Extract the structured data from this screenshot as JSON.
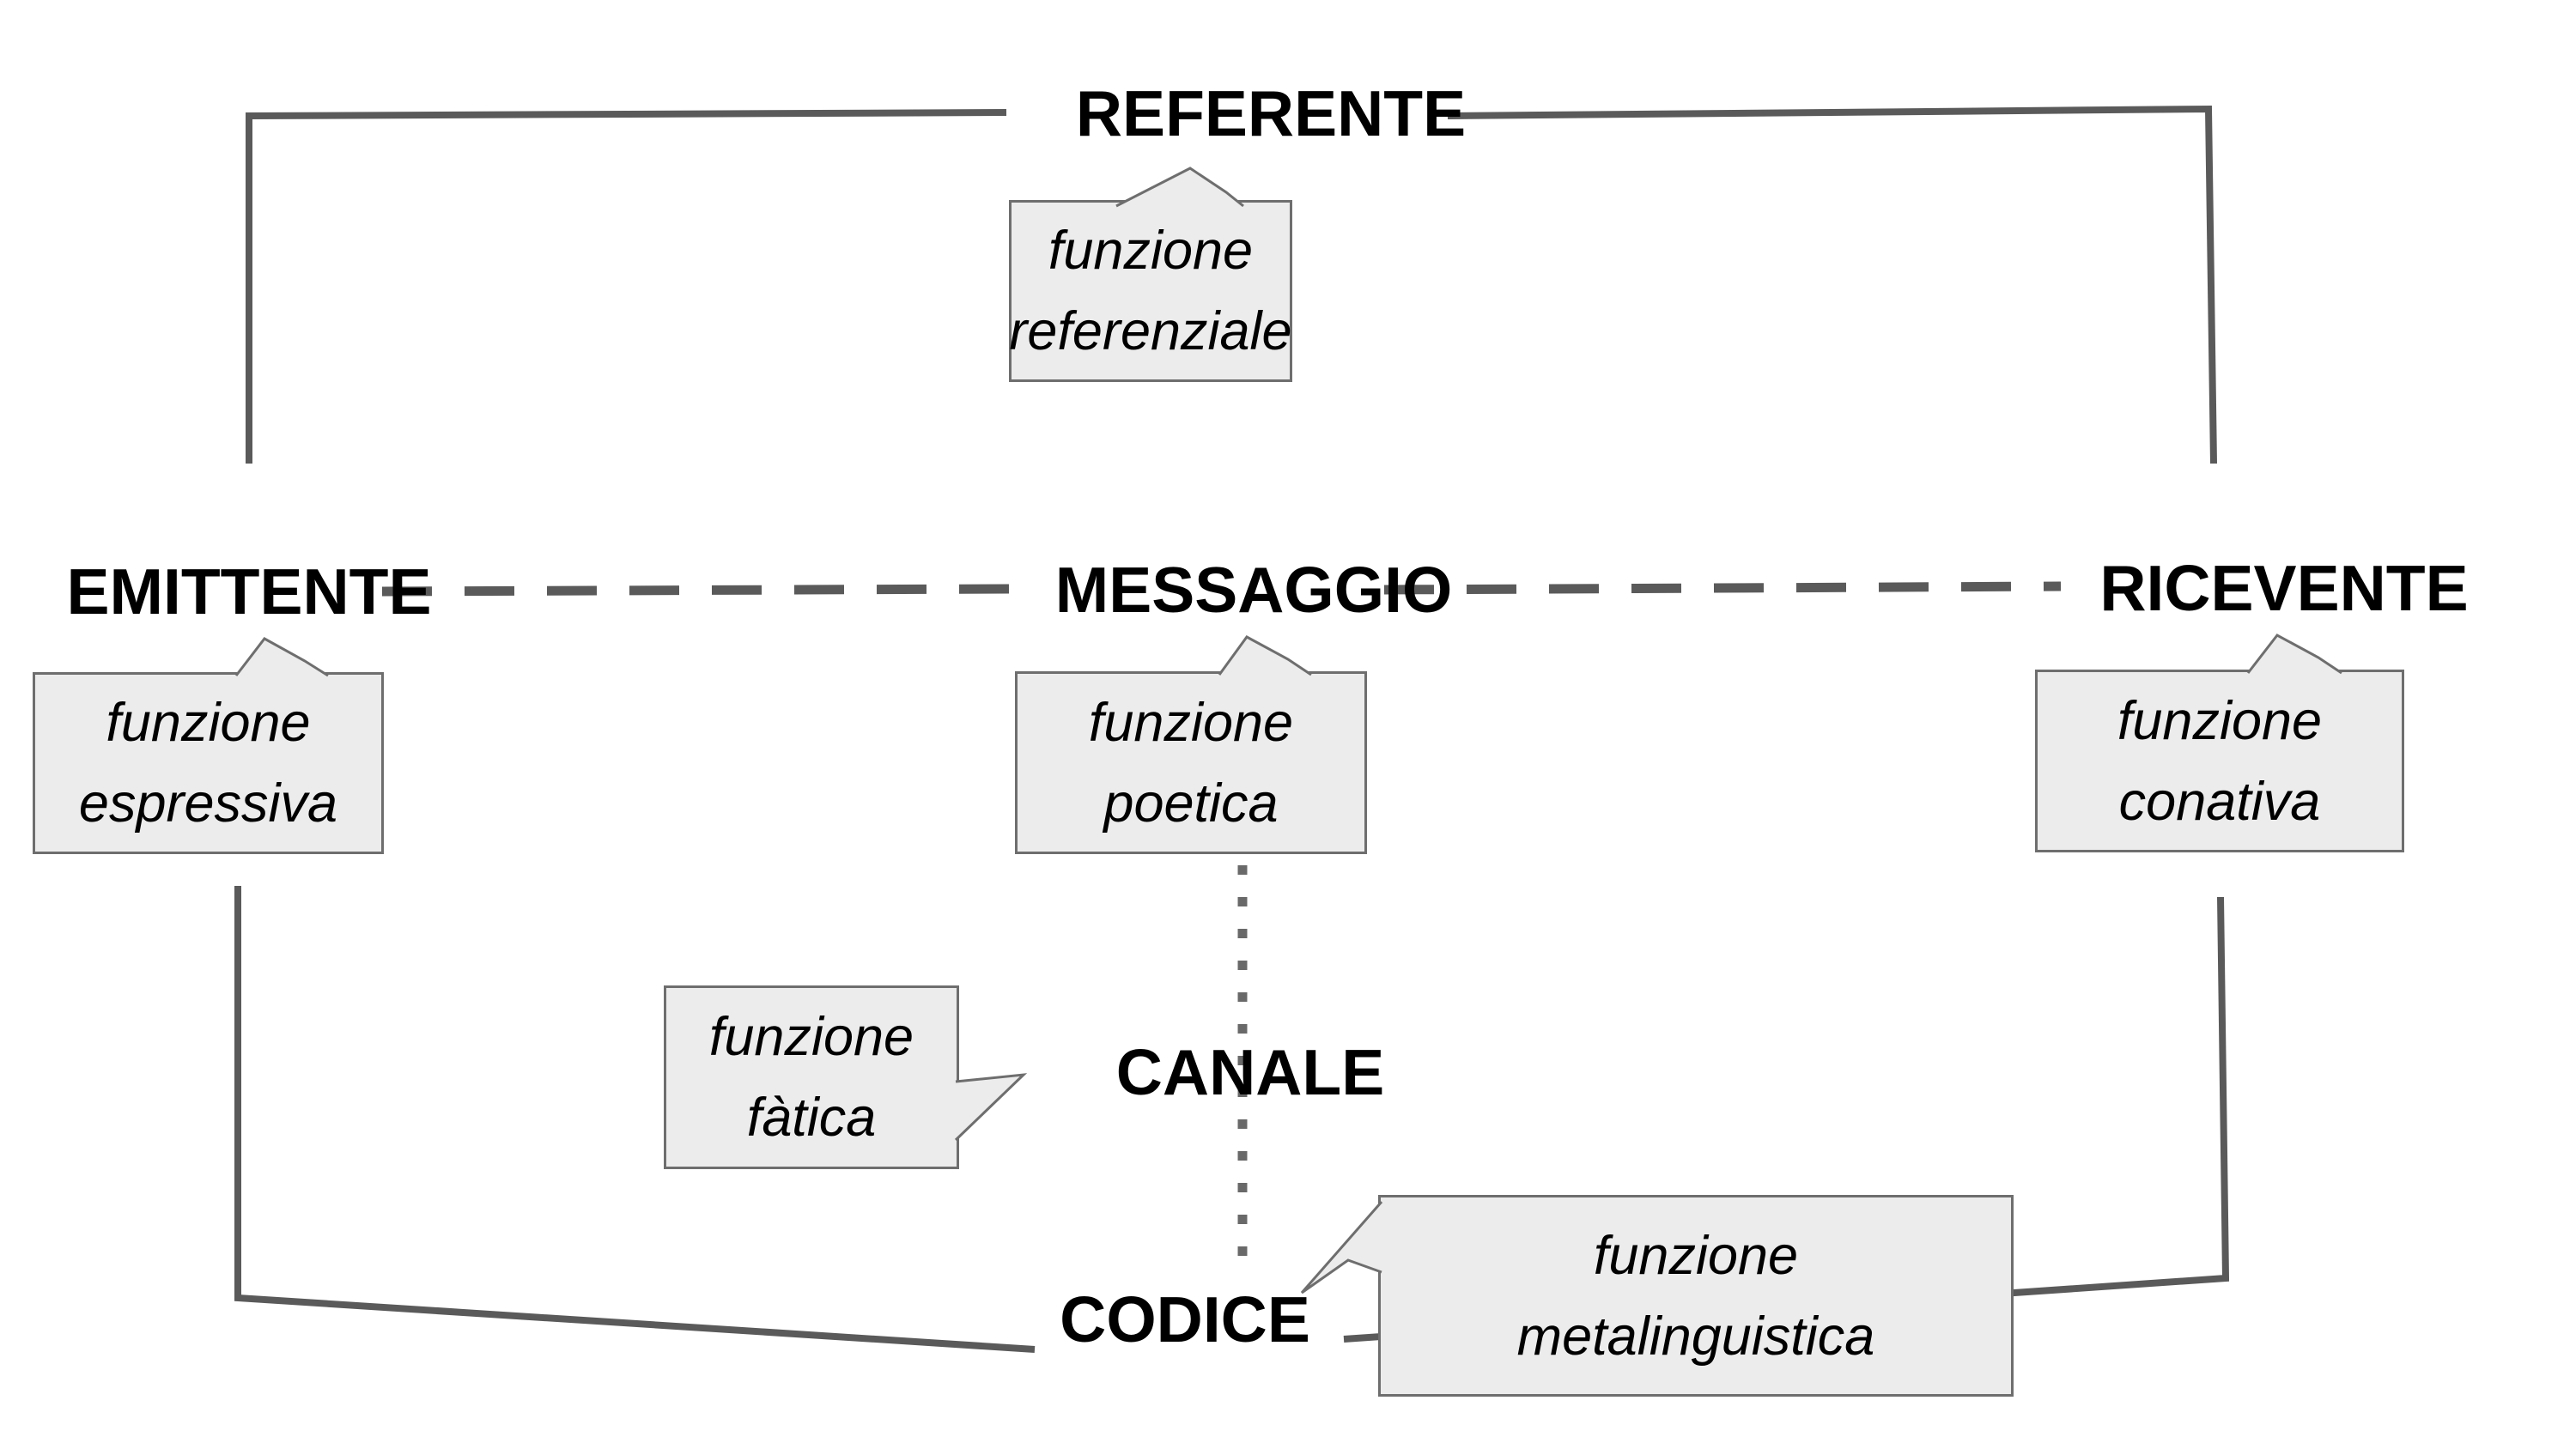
{
  "nodes": {
    "referente": "REFERENTE",
    "emittente": "EMITTENTE",
    "messaggio": "MESSAGGIO",
    "ricevente": "RICEVENTE",
    "canale": "CANALE",
    "codice": "CODICE"
  },
  "callouts": {
    "referenziale": {
      "line1": "funzione",
      "line2": "referenziale"
    },
    "espressiva": {
      "line1": "funzione",
      "line2": "espressiva"
    },
    "poetica": {
      "line1": "funzione",
      "line2": "poetica"
    },
    "conativa": {
      "line1": "funzione",
      "line2": "conativa"
    },
    "fatica": {
      "line1": "funzione",
      "line2": "fàtica"
    },
    "metalinguistica": {
      "line1": "funzione",
      "line2": "metalinguistica"
    }
  },
  "colors": {
    "line_gray": "#5a5a5a",
    "dotted_gray": "#696969",
    "callout_fill": "#ececec",
    "callout_border": "#6e6e6e",
    "text": "#000000",
    "background": "#ffffff"
  }
}
